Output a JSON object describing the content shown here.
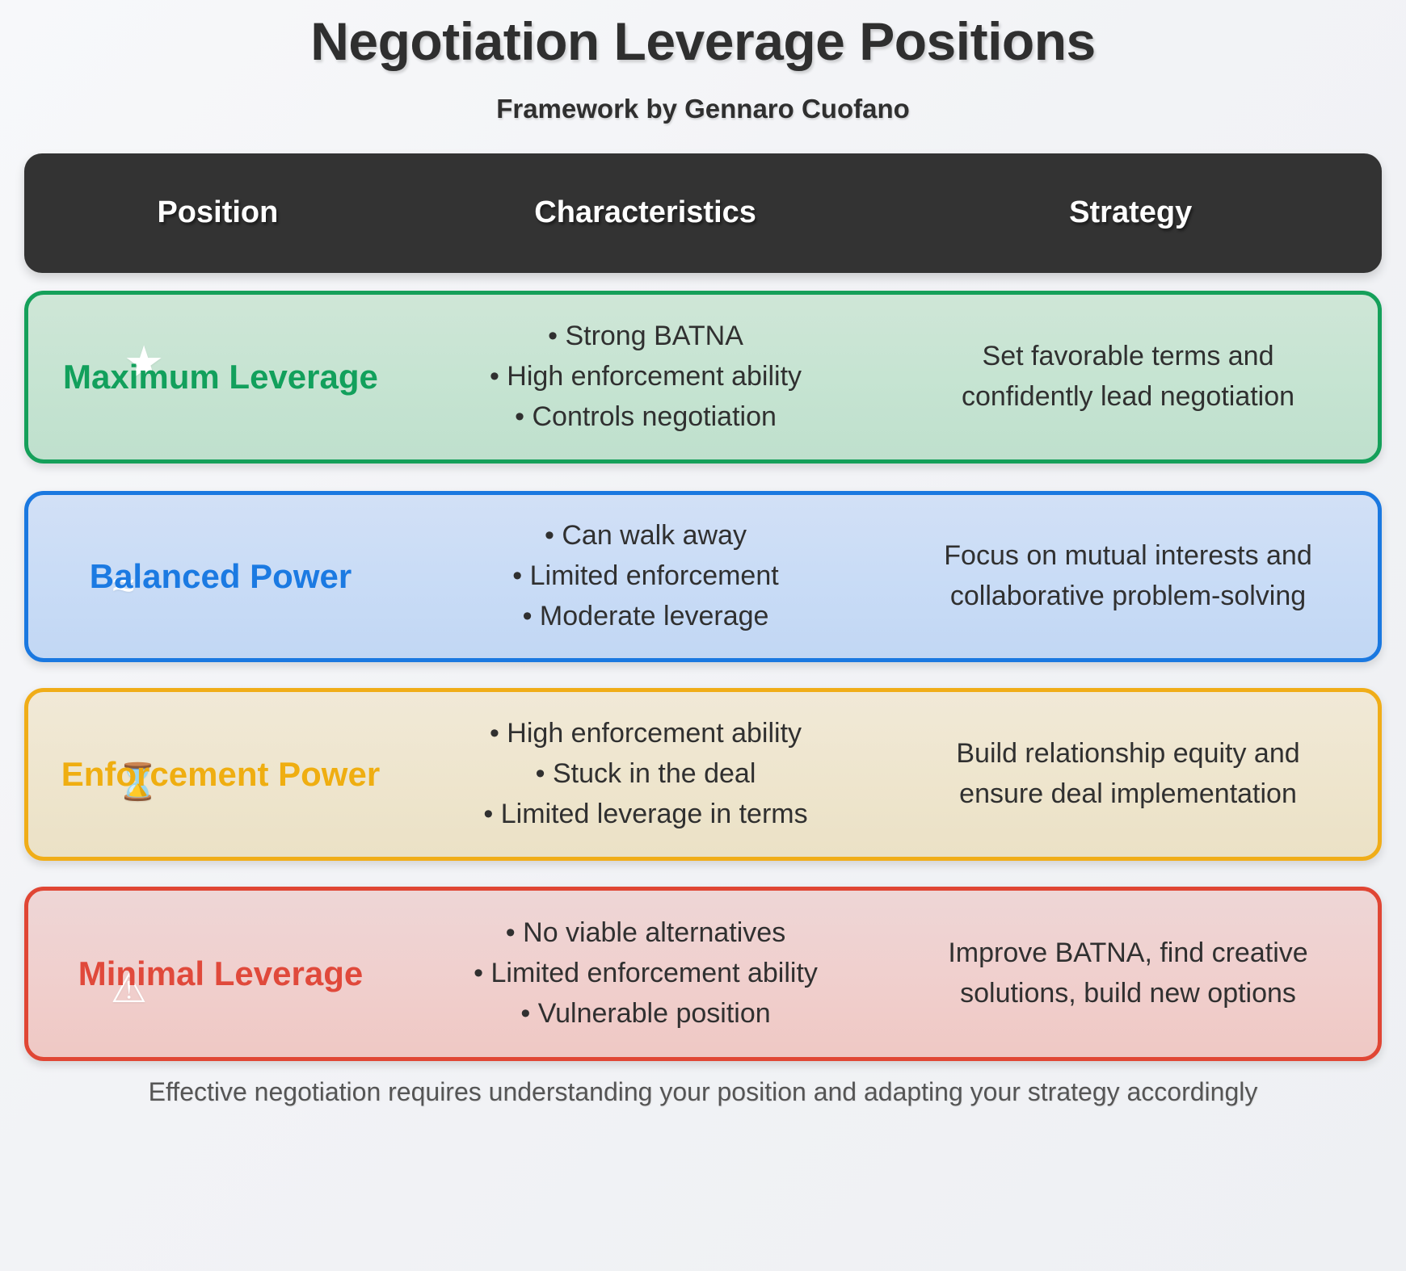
{
  "header": {
    "title": "Negotiation Leverage Positions",
    "subtitle": "Framework by Gennaro Cuofano"
  },
  "table": {
    "columns": [
      {
        "label": "Position",
        "key": "position"
      },
      {
        "label": "Characteristics",
        "key": "characteristics"
      },
      {
        "label": "Strategy",
        "key": "strategy"
      }
    ],
    "header_bg": "#333333",
    "rows": [
      {
        "position": "Maximum Leverage",
        "icon": "star-icon",
        "icon_glyph": "★",
        "characteristics": [
          "• Strong BATNA",
          "• High enforcement ability",
          "• Controls negotiation"
        ],
        "strategy": "Set favorable terms and confidently lead negotiation",
        "accent": "#15a05a",
        "label_color": "#12a05c",
        "theme": "green"
      },
      {
        "position": "Balanced Power",
        "icon": "balance-scale-icon",
        "icon_glyph": "≈",
        "characteristics": [
          "• Can walk away",
          "• Limited enforcement",
          "• Moderate leverage"
        ],
        "strategy": "Focus on mutual interests and collaborative problem-solving",
        "accent": "#1a78e0",
        "label_color": "#1b7ae2",
        "theme": "blue"
      },
      {
        "position": "Enforcement Power",
        "icon": "hourglass-icon",
        "icon_glyph": "⌛",
        "characteristics": [
          "• High enforcement ability",
          "• Stuck in the deal",
          "• Limited leverage in terms"
        ],
        "strategy": "Build relationship equity and ensure deal implementation",
        "accent": "#f0ad18",
        "label_color": "#efae11",
        "theme": "amber"
      },
      {
        "position": "Minimal Leverage",
        "icon": "warning-triangle-icon",
        "icon_glyph": "⚠",
        "characteristics": [
          "• No viable alternatives",
          "• Limited enforcement ability",
          "• Vulnerable position"
        ],
        "strategy": "Improve BATNA, find creative solutions, build new options",
        "accent": "#e04634",
        "label_color": "#e0493b",
        "theme": "red"
      }
    ]
  },
  "footer": {
    "note": "Effective negotiation requires understanding your position and adapting your strategy accordingly"
  }
}
